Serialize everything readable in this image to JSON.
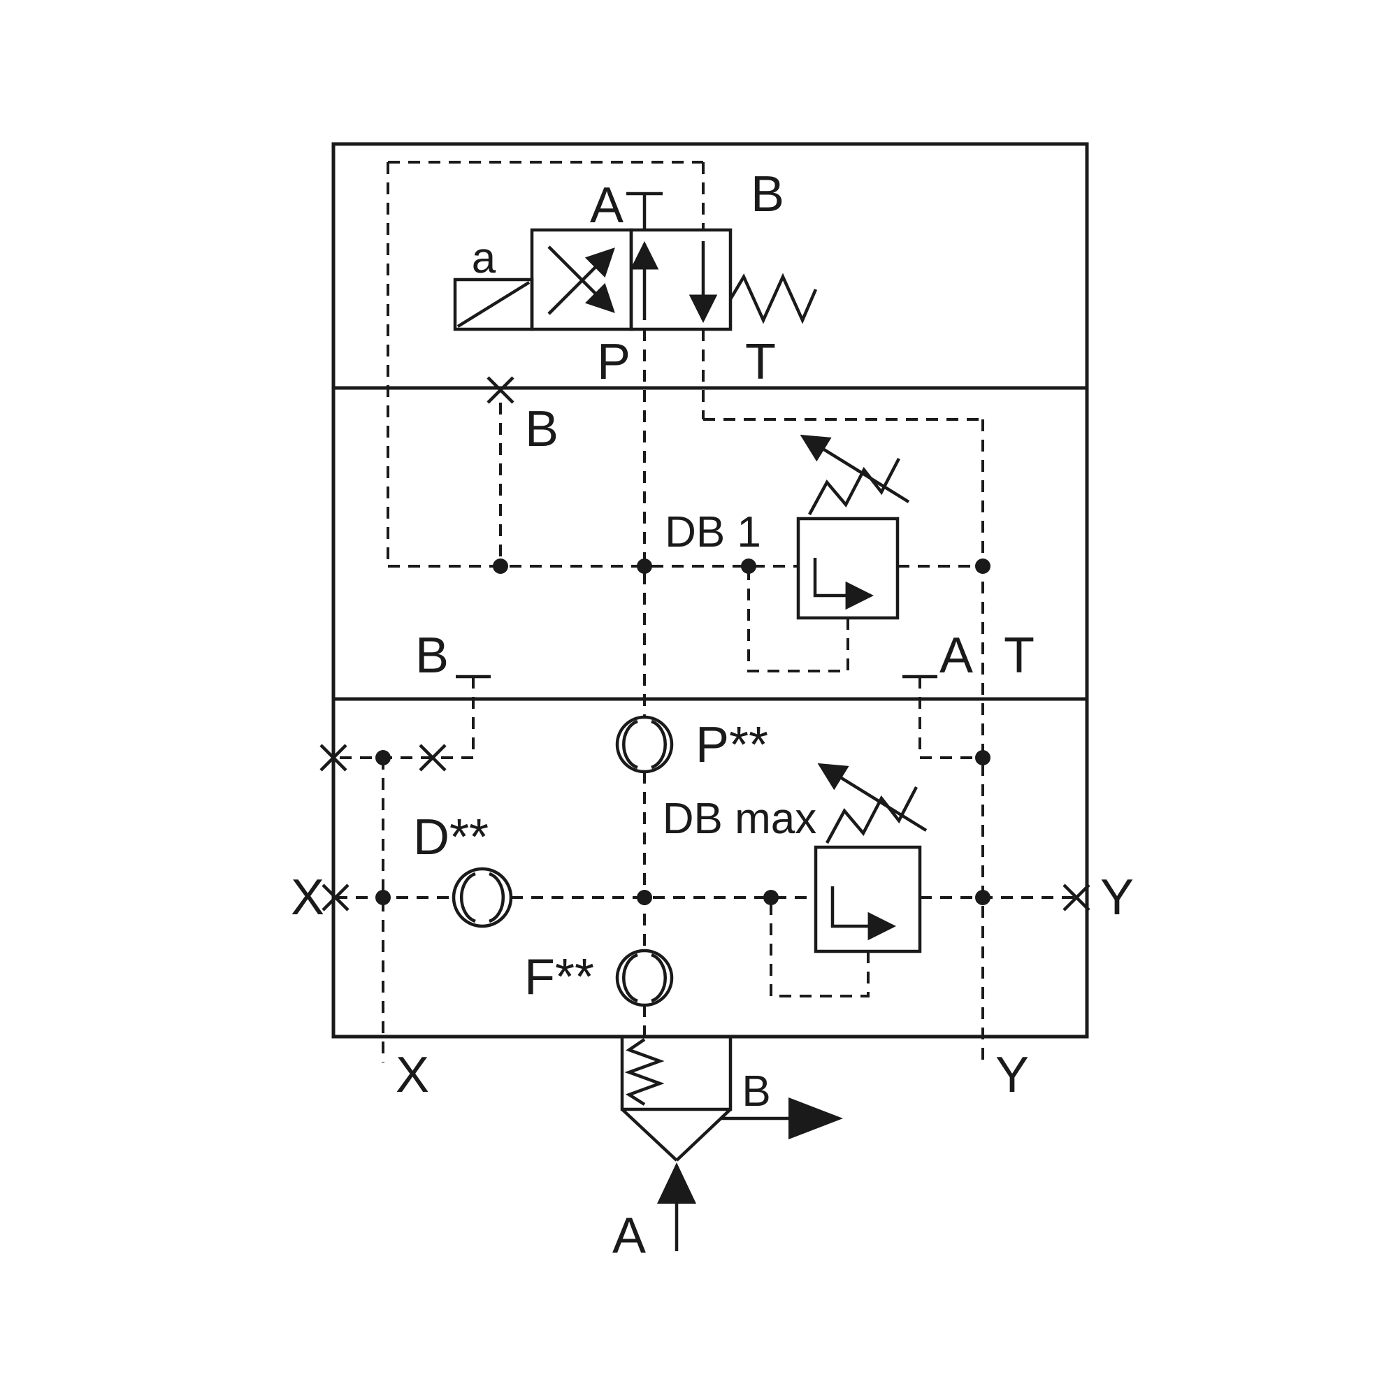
{
  "diagram": {
    "type": "hydraulic-schematic",
    "description": "Logic cover plate with pilot directional valve, pilot relief DB 1, main relief DB max, measuring points and check cartridge",
    "colors": {
      "line": "#1a1a1a",
      "background": "#ffffff"
    },
    "labels": {
      "valve_a": "A",
      "valve_b": "B",
      "solenoid_a": "a",
      "valve_p": "P",
      "valve_t": "T",
      "plug_b": "B",
      "db1": "DB 1",
      "port_b": "B",
      "port_a": "A",
      "port_t": "T",
      "measure_p": "P**",
      "db_max": "DB max",
      "measure_d": "D**",
      "port_x": "X",
      "port_y": "Y",
      "measure_f": "F**",
      "ext_x": "X",
      "ext_y": "Y",
      "out_b": "B",
      "in_a": "A"
    }
  }
}
